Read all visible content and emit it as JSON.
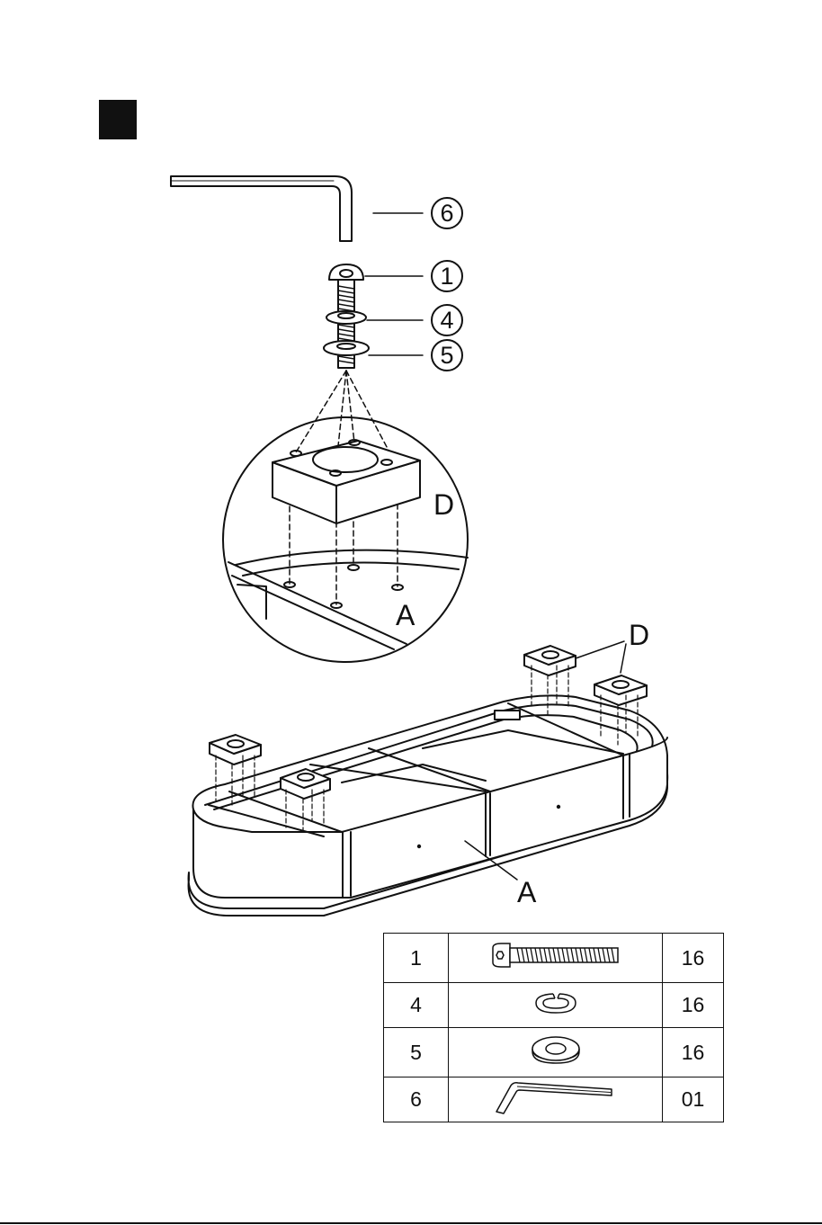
{
  "step": {
    "marker_icon": "filled-square"
  },
  "callouts": {
    "hex_key": "6",
    "bolt": "1",
    "spring_washer": "4",
    "flat_washer": "5",
    "foot_zoom": "D",
    "frame_zoom": "A",
    "foot_main": "D",
    "frame_main": "A"
  },
  "parts_table": {
    "rows": [
      {
        "id": "1",
        "icon": "bolt-icon",
        "qty": "16"
      },
      {
        "id": "4",
        "icon": "spring-washer-icon",
        "qty": "16"
      },
      {
        "id": "5",
        "icon": "flat-washer-icon",
        "qty": "16"
      },
      {
        "id": "6",
        "icon": "hex-key-icon",
        "qty": "01"
      }
    ]
  }
}
